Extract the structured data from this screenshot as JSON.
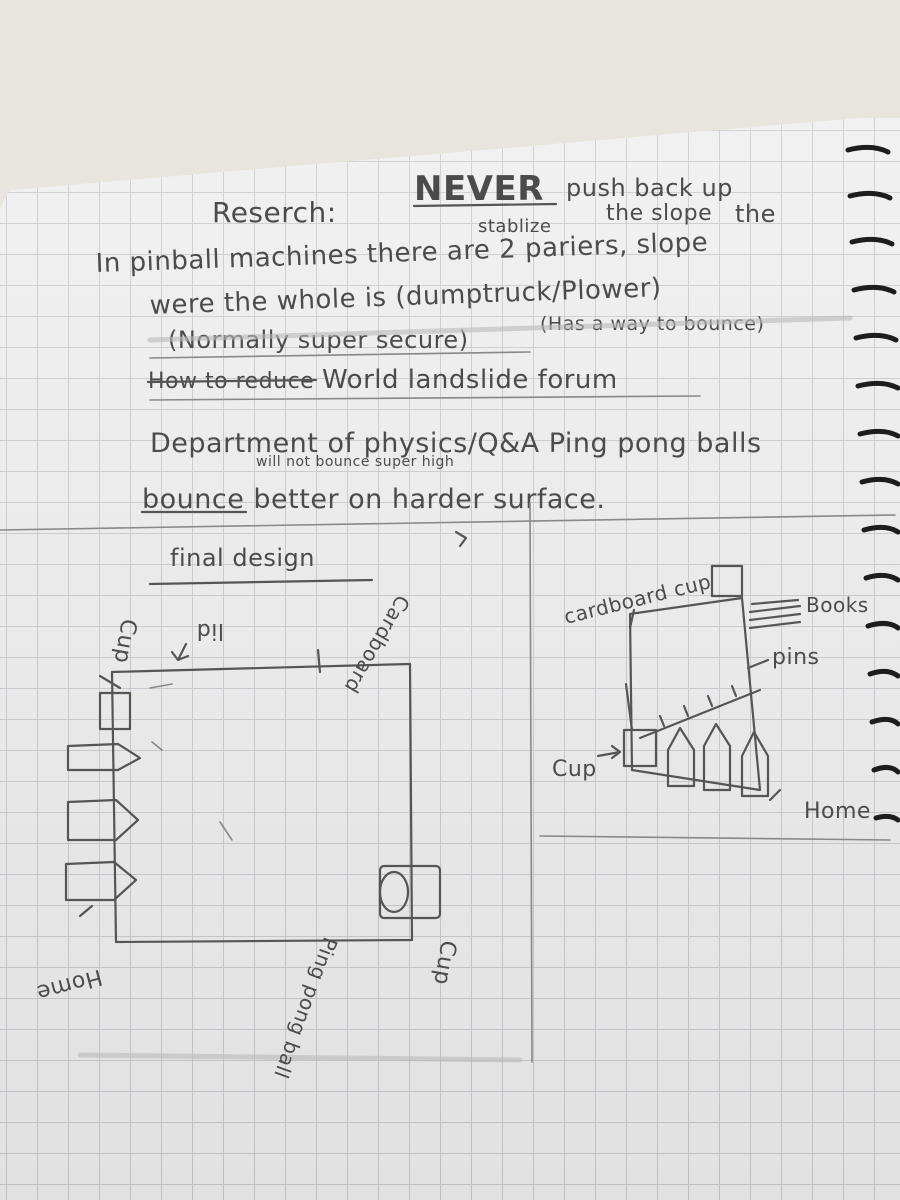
{
  "notes": {
    "header": "Reserch:",
    "never": "NEVER",
    "push_back": "push back up",
    "the_slope": "the slope",
    "stablize": "stablize",
    "the2": "the",
    "line1": "In pinball machines there are 2 pariers, slope",
    "line2": "were the whole is (dumptruck/Plower)",
    "line3a": "(Normally super secure)",
    "line3b": "(Has a way to bounce)",
    "line4_struck": "How to reduce",
    "line4": "World landslide forum",
    "line5": "Department of physics/Q&A Ping pong balls",
    "line5_small": "will not bounce super high",
    "line6": "bounce better on harder surface."
  },
  "left_sketch": {
    "title": "final design",
    "labels": {
      "cup_top": "Cup",
      "lid": "lid",
      "cardboard": "Cardboard",
      "home": "Home",
      "ping_pong_ball": "Ping pong ball",
      "cup_bottom": "Cup"
    }
  },
  "right_sketch": {
    "labels": {
      "cardboard_cup": "cardboard cup",
      "books": "Books",
      "pins": "pins",
      "cup": "Cup",
      "home": "Home"
    }
  }
}
